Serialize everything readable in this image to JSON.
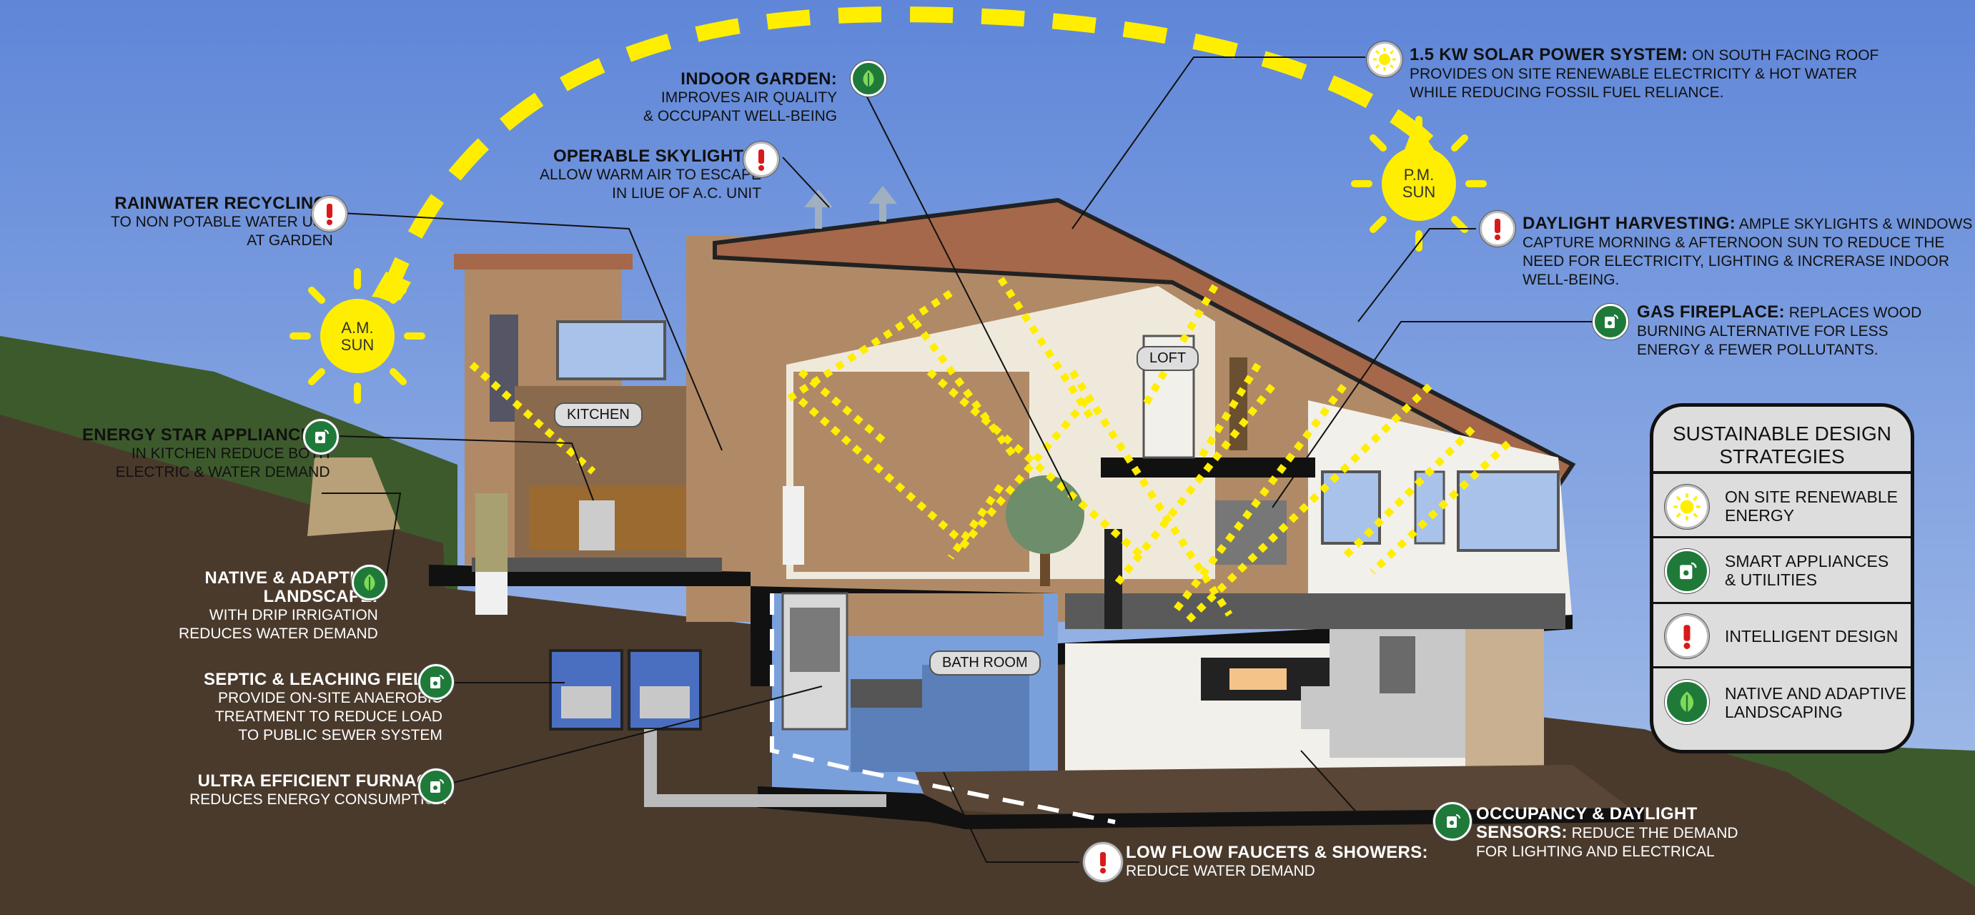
{
  "callouts": {
    "indoor_garden": {
      "title": "INDOOR GARDEN:",
      "desc1": "IMPROVES AIR QUALITY",
      "desc2": "& OCCUPANT WELL-BEING"
    },
    "skylights": {
      "title": "OPERABLE SKYLIGHTS:",
      "desc1": "ALLOW WARM AIR TO ESCAPE",
      "desc2": "IN LIUE OF A.C. UNIT"
    },
    "rainwater": {
      "title": "RAINWATER RECYCLING:",
      "desc1": "TO NON POTABLE WATER USE",
      "desc2": "AT GARDEN"
    },
    "energy_star": {
      "title": "ENERGY STAR APPLIANCES:",
      "desc1": "IN KITCHEN REDUCE BOTH",
      "desc2": "ELECTRIC & WATER DEMAND"
    },
    "native": {
      "title1": "NATIVE & ADAPTIVE",
      "title2": "LANDSCAPE:",
      "desc1": "WITH DRIP IRRIGATION",
      "desc2": "REDUCES WATER DEMAND"
    },
    "septic": {
      "title": "SEPTIC & LEACHING FIELD:",
      "desc1": "PROVIDE ON-SITE ANAEROBIC",
      "desc2": "TREATMENT TO REDUCE LOAD",
      "desc3": "TO PUBLIC SEWER SYSTEM"
    },
    "furnace": {
      "title": "ULTRA EFFICIENT FURNACE:",
      "desc1": "REDUCES ENERGY CONSUMPTION"
    },
    "low_flow": {
      "title": "LOW FLOW FAUCETS & SHOWERS:",
      "desc1": "REDUCE WATER DEMAND"
    },
    "occupancy": {
      "title1": "OCCUPANCY & DAYLIGHT",
      "title2": "SENSORS:",
      "desc1": "REDUCE THE DEMAND",
      "desc2": "FOR LIGHTING AND ELECTRICAL"
    },
    "solar": {
      "title": "1.5 KW SOLAR POWER SYSTEM:",
      "desc0": "ON SOUTH FACING ROOF",
      "desc1": "PROVIDES ON SITE RENEWABLE ELECTRICITY & HOT WATER",
      "desc2": "WHILE REDUCING FOSSIL FUEL RELIANCE."
    },
    "daylight": {
      "title": "DAYLIGHT HARVESTING:",
      "desc0": "AMPLE SKYLIGHTS & WINDOWS",
      "desc1": "CAPTURE MORNING & AFTERNOON SUN TO REDUCE THE",
      "desc2": "NEED FOR ELECTRICITY, LIGHTING & INCRERASE INDOOR",
      "desc3": "WELL-BEING."
    },
    "fireplace": {
      "title": "GAS FIREPLACE:",
      "desc0": "REPLACES WOOD",
      "desc1": "BURNING ALTERNATIVE FOR LESS",
      "desc2": "ENERGY & FEWER POLLUTANTS."
    }
  },
  "suns": {
    "am": {
      "line1": "A.M.",
      "line2": "SUN"
    },
    "pm": {
      "line1": "P.M.",
      "line2": "SUN"
    }
  },
  "rooms": {
    "kitchen": "KITCHEN",
    "loft": "LOFT",
    "bath": "BATH ROOM"
  },
  "legend": {
    "title1": "SUSTAINABLE DESIGN",
    "title2": "STRATEGIES",
    "items": [
      {
        "label1": "ON SITE RENEWABLE ENERGY",
        "label2": "",
        "icon": "sun-icon"
      },
      {
        "label1": "SMART APPLIANCES",
        "label2": "& UTILITIES",
        "icon": "smart-appliance-icon"
      },
      {
        "label1": "INTELLIGENT DESIGN",
        "label2": "",
        "icon": "exclamation-icon"
      },
      {
        "label1": "NATIVE AND ADAPTIVE",
        "label2": "LANDSCAPING",
        "icon": "leaf-icon"
      }
    ]
  },
  "colors": {
    "sky": "#7aa0dc",
    "ground": "#4a3a2c",
    "hill": "#3d5a2c",
    "sun": "#ffee00",
    "green_badge": "#1f7a3a",
    "red_mark": "#d81a1a",
    "wall": "#b08a66",
    "roof": "#a5684a"
  }
}
